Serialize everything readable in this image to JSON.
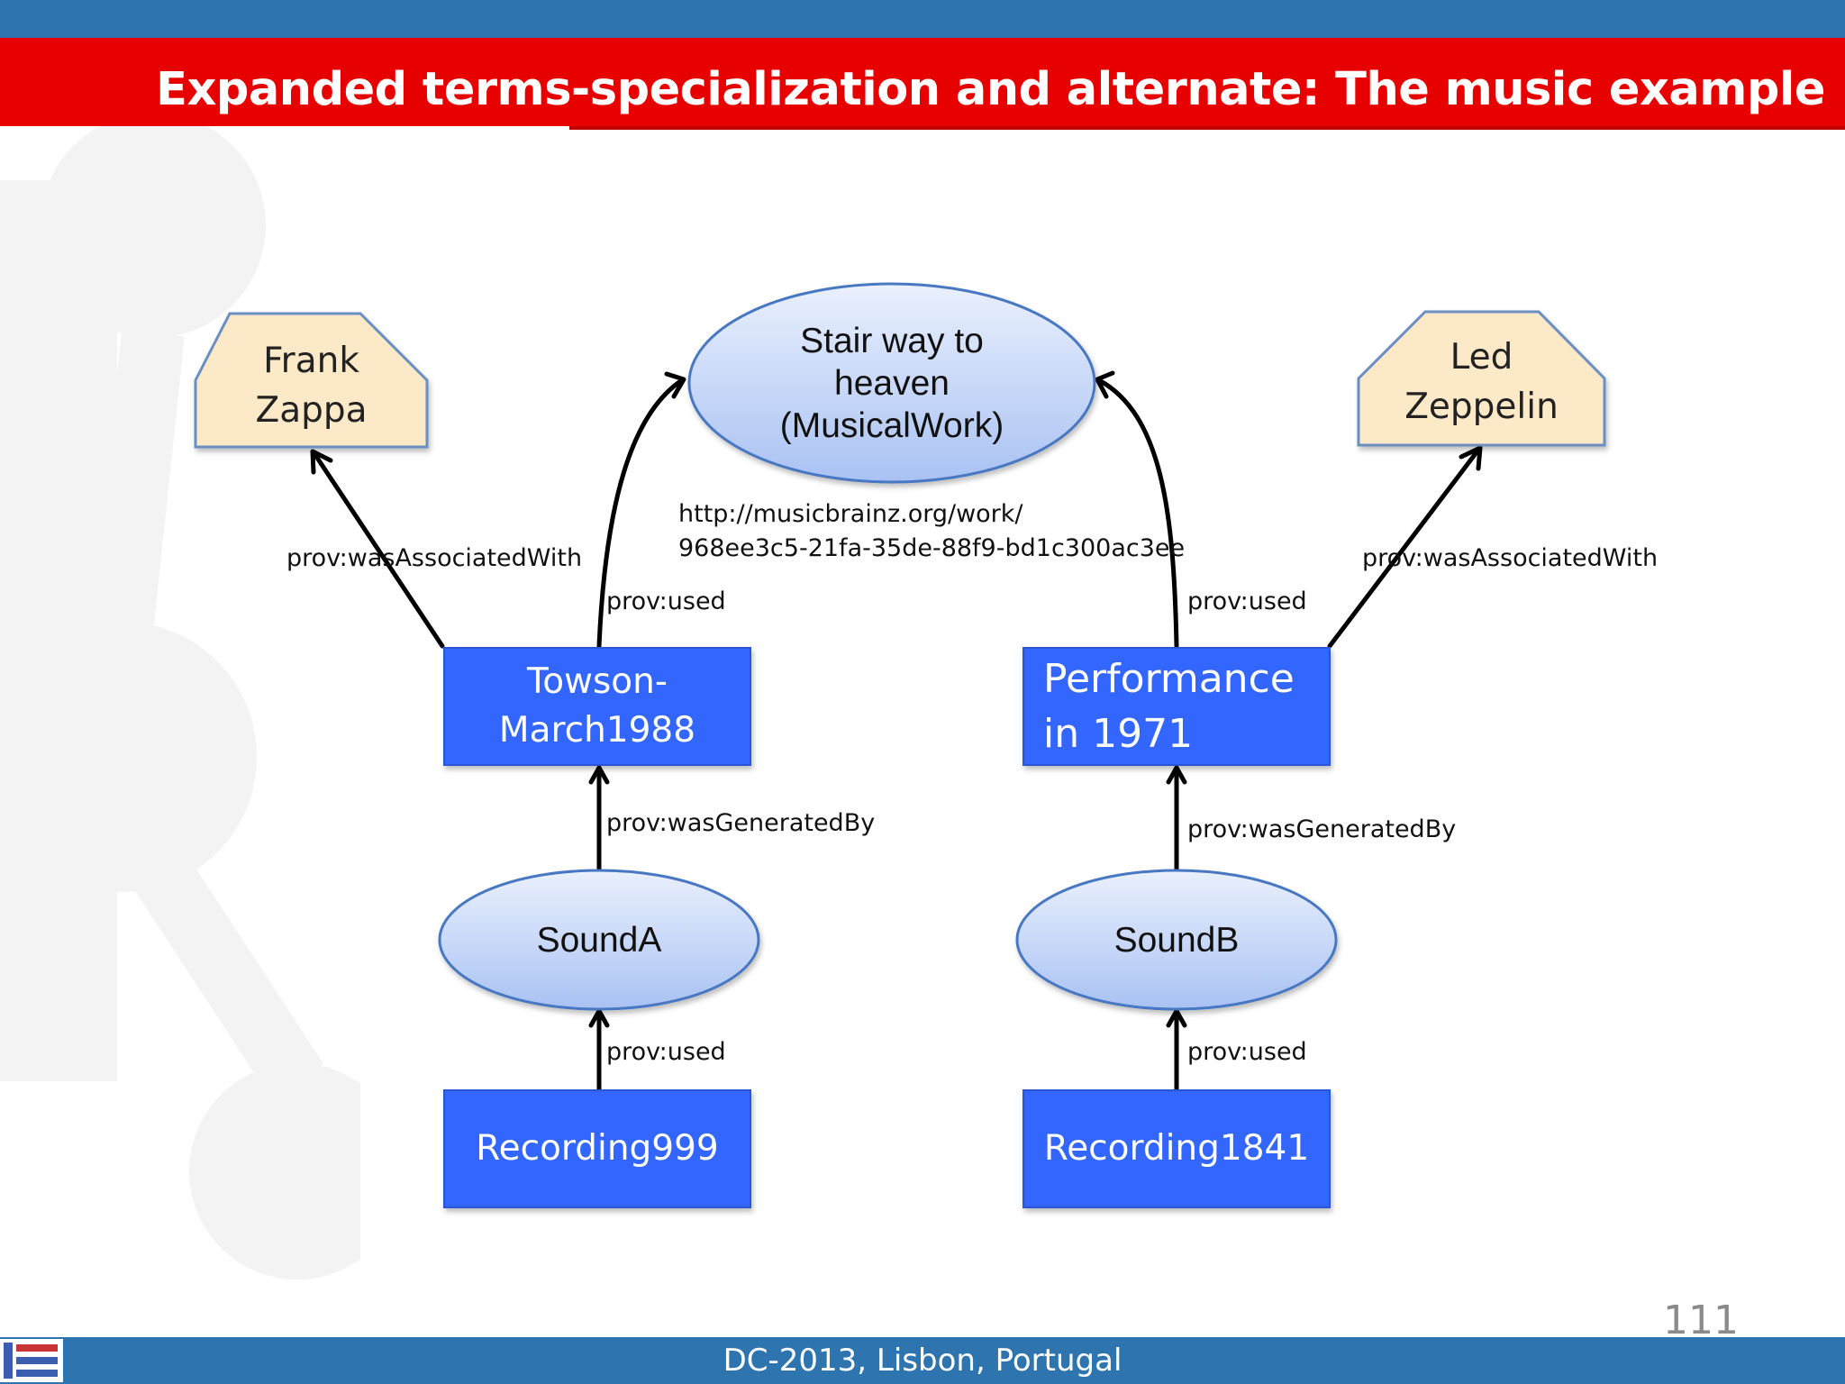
{
  "slide": {
    "title": "Expanded terms-specialization and alternate: The music example",
    "footer": "DC-2013, Lisbon, Portugal",
    "page_number": "111"
  },
  "diagram": {
    "musical_work": {
      "line1": "Stair way to",
      "line2": "heaven",
      "line3": "(MusicalWork)"
    },
    "work_uri": {
      "line1": "http://musicbrainz.org/work/",
      "line2": "968ee3c5-21fa-35de-88f9-bd1c300ac3ee"
    },
    "agent_left": {
      "line1": "Frank",
      "line2": "Zappa"
    },
    "agent_right": {
      "line1": "Led",
      "line2": "Zeppelin"
    },
    "performance_left": {
      "line1": "Towson-",
      "line2": "March1988"
    },
    "performance_right": {
      "line1": "Performance",
      "line2": "in 1971"
    },
    "sound_left": "SoundA",
    "sound_right": "SoundB",
    "recording_left": "Recording999",
    "recording_right": "Recording1841",
    "labels": {
      "was_associated_with_left": "prov:wasAssociatedWith",
      "was_associated_with_right": "prov:wasAssociatedWith",
      "used_left_top": "prov:used",
      "used_right_top": "prov:used",
      "was_generated_by_left": "prov:wasGeneratedBy",
      "was_generated_by_right": "prov:wasGeneratedBy",
      "used_left_bottom": "prov:used",
      "used_right_bottom": "prov:used"
    }
  },
  "colors": {
    "header_blue": "#2e75b0",
    "title_red": "#e60000",
    "activity_blue": "#3366ff",
    "agent_fill": "#fbe9c8",
    "entity_gradient_top": "#eaf0fd",
    "entity_gradient_bottom": "#a9c2f3"
  }
}
